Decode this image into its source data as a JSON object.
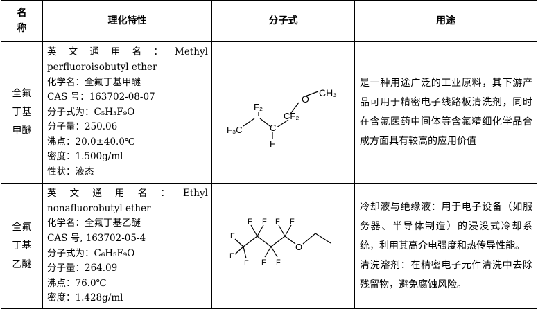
{
  "header": {
    "name": "名称",
    "name_chars": [
      "名",
      "称"
    ],
    "properties": "理化特性",
    "formula": "分子式",
    "usage": "用途"
  },
  "rows": [
    {
      "name": "全氟丁基甲醚",
      "name_lines": [
        "全氟",
        "丁基",
        "甲醚"
      ],
      "eng_label_chars": [
        "英",
        "文",
        "通",
        "用",
        "名",
        "："
      ],
      "eng_name_first": "Methyl",
      "eng_name_rest": "perfluoroisobutyl ether",
      "props": [
        "化学名：全氟丁基甲醚",
        "CAS 号：163702-08-07",
        "分子式为：C₅H₃F₉O",
        "分子量：250.06",
        "沸点：20.0±40.0℃",
        "密度：1.500g/ml",
        "性状：液态"
      ],
      "structure_labels": [
        "O",
        "CH₃",
        "F₂",
        "F₃C",
        "C",
        "CF₂",
        "F"
      ],
      "usage": [
        "是一种用途广泛的工业原料，其下游产品可用于精密电子线路板清洗剂，同时在含氟医药中间体等含氟精细化学品合成方面具有较高的应用价值"
      ]
    },
    {
      "name": "全氟丁基乙醚",
      "name_lines": [
        "全氟",
        "丁基",
        "乙醚"
      ],
      "eng_label_chars": [
        "英",
        "文",
        "通",
        "用",
        "名",
        "："
      ],
      "eng_name_first": "Ethyl",
      "eng_name_rest": "nonafluorobutyl ether",
      "props": [
        "化学名：全氟丁基乙醚",
        "CAS 号, 163702-05-4",
        "分子式为：C₆H₅F₉O",
        "分子量：264.09",
        "沸点：76.0℃",
        "密度：1.428g/ml"
      ],
      "structure_labels": [
        "F",
        "O"
      ],
      "usage": [
        "冷却液与绝缘液：用于电子设备（如服务器、半导体制造）的浸没式冷却系统，利用其高介电强度和热传导性能。",
        "清洗溶剂：在精密电子元件清洗中去除残留物，避免腐蚀风险。"
      ]
    }
  ]
}
